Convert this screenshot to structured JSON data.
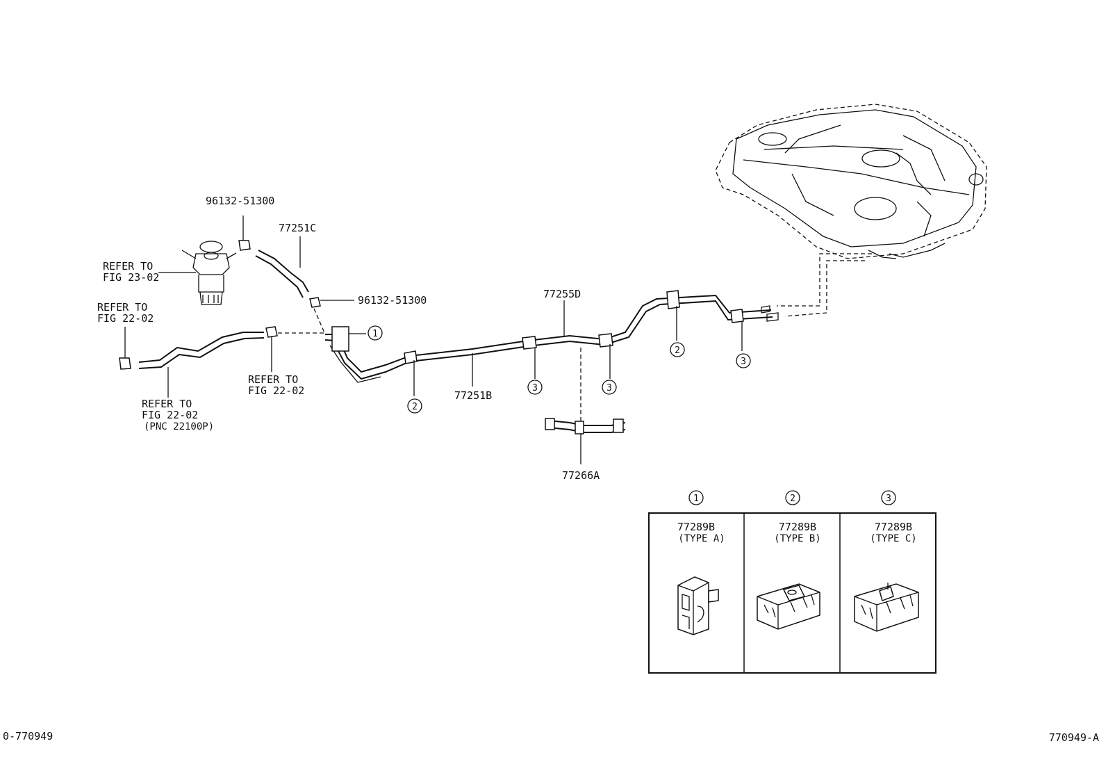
{
  "callouts": {
    "clip_top": "96132-51300",
    "hose_c": "77251C",
    "clip_mid": "96132-51300",
    "tube_d": "77255D",
    "tube_b": "77251B",
    "hose_a": "77266A"
  },
  "refs": {
    "filter": [
      "REFER TO",
      "FIG 23-02"
    ],
    "hose_left": [
      "REFER TO",
      "FIG 22-02"
    ],
    "hose_mid": [
      "REFER TO",
      "FIG 22-02"
    ],
    "hose_bottom": [
      "REFER TO",
      "FIG 22-02",
      "(PNC 22100P)"
    ]
  },
  "clamp_markers": {
    "one": "1",
    "two": "2",
    "three": "3"
  },
  "legend": [
    {
      "num": "1",
      "part": "77289B",
      "type": "(TYPE A)"
    },
    {
      "num": "2",
      "part": "77289B",
      "type": "(TYPE B)"
    },
    {
      "num": "3",
      "part": "77289B",
      "type": "(TYPE C)"
    }
  ],
  "footer": {
    "left_code": "0-770949",
    "right_code": "770949-A"
  }
}
